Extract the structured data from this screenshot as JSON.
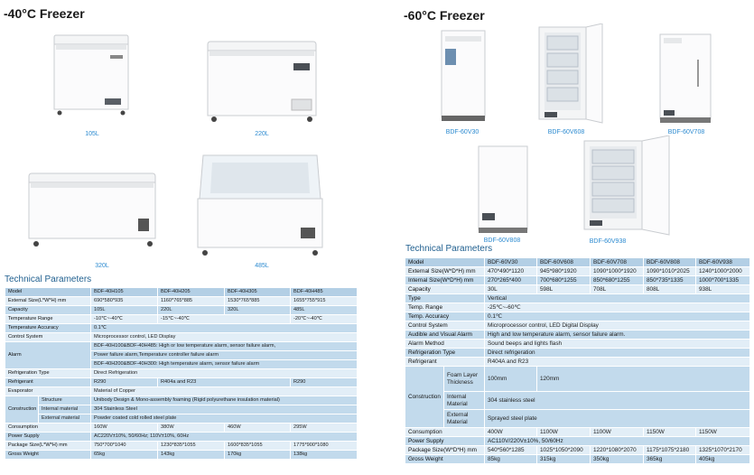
{
  "left": {
    "title": "-40°C Freezer",
    "captions": [
      "105L",
      "220L",
      "320L",
      "485L"
    ],
    "tech_title": "Technical Parameters",
    "table": {
      "model_label": "Model",
      "models": [
        "BDF-40H105",
        "BDF-40H205",
        "BDF-40H305",
        "BDF-40H485"
      ],
      "ext_label": "External Size(L*W*H) mm",
      "ext": [
        "690*580*935",
        "1160*765*885",
        "1530*765*885",
        "1655*755*915"
      ],
      "cap_label": "Capacity",
      "cap": [
        "105L",
        "220L",
        "320L",
        "485L"
      ],
      "temp_label": "Temperature Range",
      "temp": [
        "-10℃~-40℃",
        "-15℃~-40℃",
        "-20℃~-40℃"
      ],
      "acc_label": "Temperature Accuracy",
      "acc": "0.1℃",
      "ctrl_label": "Control System",
      "ctrl": "Microprocessor control, LED Display",
      "alarm_label": "Alarm",
      "alarm_lines": [
        "BDF-40H100&BDF-40H485: High or low temperature alarm, sensor failure alarm,",
        "Power failure alarm,Temperature controller failure alarm",
        "BDF-40H200&BDF-40H300: High  temperature alarm, sensor failure alarm"
      ],
      "rtype_label": "Refrigeration Type",
      "rtype": "Direct Refrigeration",
      "refr_label": "Refrigerant",
      "refr": [
        "R290",
        "R404a and R23",
        "R290"
      ],
      "evap_label": "Evaporator",
      "evap": "Material of Copper",
      "constr_label": "Construction",
      "constr_rows": [
        {
          "k": "Structure",
          "v": "Unibody Design & Mono-assembly foaming (Rigid polyurethane insulation material)"
        },
        {
          "k": "Internal material",
          "v": "304 Stainless Steel"
        },
        {
          "k": "External material",
          "v": "Powder coated cold rolled steel plate"
        }
      ],
      "cons_label": "Consumption",
      "cons": [
        "160W",
        "380W",
        "460W",
        "295W"
      ],
      "power_label": "Power Supply",
      "power": "AC220V±10%, 50/60Hz; 110V±10%, 60Hz",
      "pack_label": "Package Size(L*W*H) mm",
      "pack": [
        "750*700*1040",
        "1230*835*1055",
        "1600*835*1055",
        "1775*900*1080"
      ],
      "gross_label": "Gross Weight",
      "gross": [
        "65kg",
        "143kg",
        "170kg",
        "138kg"
      ]
    }
  },
  "right": {
    "title": "-60°C  Freezer",
    "captions": [
      "BDF-60V30",
      "BDF-60V608",
      "BDF-60V708",
      "BDF-60V808",
      "BDF-60V938"
    ],
    "tech_title": "Technical Parameters",
    "table": {
      "model_label": "Model",
      "models": [
        "BDF-60V30",
        "BDF-60V608",
        "BDF-60V708",
        "BDF-60V808",
        "BDF-60V938"
      ],
      "ext_label": "External Size(W*D*H) mm",
      "ext": [
        "470*490*1120",
        "945*980*1920",
        "1090*1000*1920",
        "1090*1010*2025",
        "1240*1000*2000"
      ],
      "int_label": "Internal Size(W*D*H) mm",
      "int": [
        "270*265*400",
        "700*680*1255",
        "850*680*1255",
        "850*735*1335",
        "1000*700*1335"
      ],
      "cap_label": "Capacity",
      "cap": [
        "30L",
        "598L",
        "708L",
        "808L",
        "938L"
      ],
      "type_label": "Type",
      "type": "Vertical",
      "trange_label": "Temp. Range",
      "trange": "-25℃~-60℃",
      "tacc_label": "Temp. Accuracy",
      "tacc": "0.1℃",
      "ctrl_label": "Control System",
      "ctrl": "Microprocessor control, LED Digital Display",
      "aud_label": "Audible and Visual Alarm",
      "aud": "High and low temperature alarm, sensor failure alarm.",
      "am_label": "Alarm Method",
      "am": "Sound beeps and lights flash",
      "rtype_label": "Refrigeration Type",
      "rtype": "Direct refrigeration",
      "refr_label": "Refrigerant",
      "refr": "R404A and R23",
      "constr_label": "Construction",
      "foam_label": "Foam Layer Thickness",
      "foam": [
        "100mm",
        "120mm"
      ],
      "intm_label": "Internal Material",
      "intm": "304 stainless steel",
      "extm_label": "External Material",
      "extm": "Sprayed steel plate",
      "cons_label": "Consumption",
      "cons": [
        "400W",
        "1100W",
        "1100W",
        "1150W",
        "1150W"
      ],
      "power_label": "Power Supply",
      "power": "AC110V/220V±10%, 50/60Hz",
      "pack_label": "Package Size(W*D*H) mm",
      "pack": [
        "540*560*1285",
        "1025*1050*2090",
        "1220*1080*2070",
        "1175*1075*2180",
        "1325*1070*2170"
      ],
      "gross_label": "Gross Weight",
      "gross": [
        "85kg",
        "315kg",
        "350kg",
        "365kg",
        "405kg"
      ]
    }
  },
  "colors": {
    "row_dark": "#c2daec",
    "row_light": "#e2eef7",
    "caption_blue": "#2b8ad0",
    "title_blue": "#1f5f8f"
  }
}
